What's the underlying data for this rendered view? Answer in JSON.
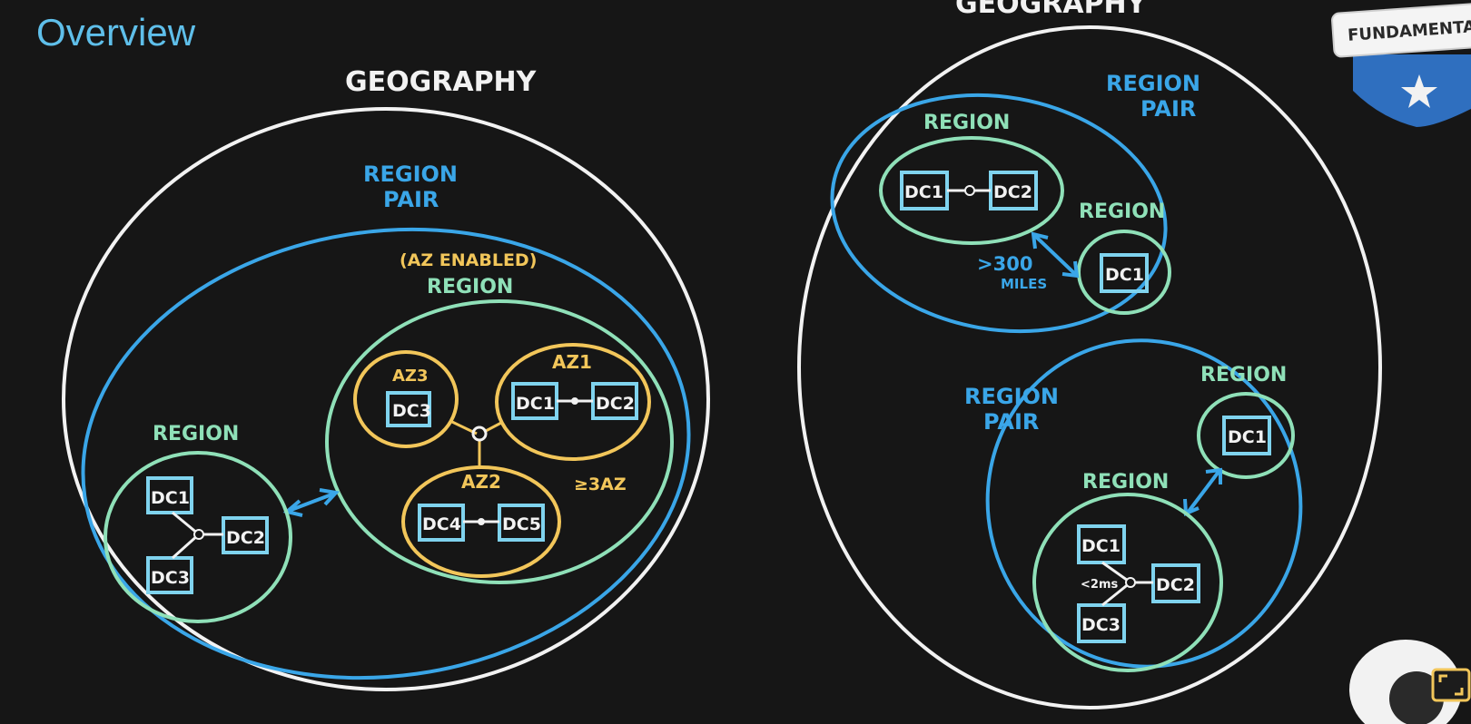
{
  "page": {
    "title": "Overview",
    "badge_text": "FUNDAMENTA"
  },
  "left_diagram": {
    "geography_label": "GEOGRAPHY",
    "region_pair_label_line1": "REGION",
    "region_pair_label_line2": "PAIR",
    "az_enabled_label": "(AZ ENABLED)",
    "az_region_label": "REGION",
    "small_region_label": "REGION",
    "az_notes": "≥3AZ",
    "az": [
      {
        "label": "AZ3",
        "dcs": [
          "DC3"
        ]
      },
      {
        "label": "AZ1",
        "dcs": [
          "DC1",
          "DC2"
        ]
      },
      {
        "label": "AZ2",
        "dcs": [
          "DC4",
          "DC5"
        ]
      }
    ],
    "small_region_dcs": [
      "DC1",
      "DC2",
      "DC3"
    ]
  },
  "right_diagram": {
    "geography_label": "GEOGRAPHY",
    "pair1_label_line1": "REGION",
    "pair1_label_line2": "PAIR",
    "pair1_region_a_label": "REGION",
    "pair1_region_a_dcs": [
      "DC1",
      "DC2"
    ],
    "pair1_region_b_label": "REGION",
    "pair1_region_b_dcs": [
      "DC1"
    ],
    "distance_line1": ">300",
    "distance_line2": "MILES",
    "pair2_label_line1": "REGION",
    "pair2_label_line2": "PAIR",
    "pair2_region_a_label": "REGION",
    "pair2_region_a_dcs": [
      "DC1"
    ],
    "pair2_region_b_label": "REGION",
    "pair2_region_b_dcs": [
      "DC1",
      "DC2",
      "DC3"
    ],
    "latency_note": "<2ms"
  },
  "colors": {
    "background": "#161616",
    "white_outline": "#f2f2f2",
    "blue": "#3aa6e8",
    "green": "#8fe0b8",
    "yellow": "#f2c65a",
    "dc_box": "#7fd3ee",
    "title_blue": "#5fbfea",
    "badge_shield": "#2f6fbf"
  }
}
